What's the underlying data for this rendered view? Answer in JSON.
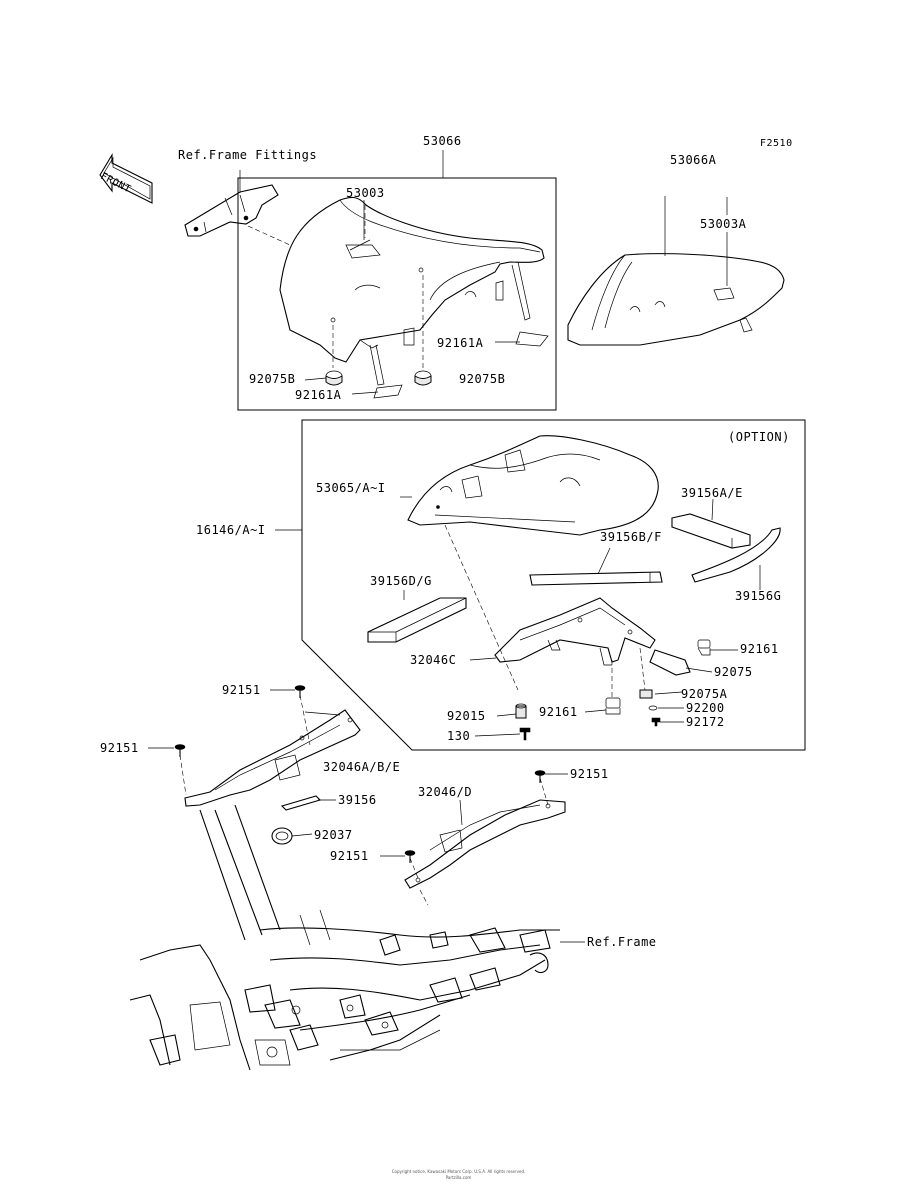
{
  "diagram": {
    "code": "F2510",
    "front_label": "FRONT",
    "option_label": "(OPTION)",
    "labels": {
      "ref_frame_fittings": "Ref.Frame Fittings",
      "p53066": "53066",
      "p53003": "53003",
      "p53066a": "53066A",
      "p53003a": "53003A",
      "p92161a_1": "92161A",
      "p92075b_left": "92075B",
      "p92075b_right": "92075B",
      "p92161a_2": "92161A",
      "p53065": "53065/A~I",
      "p16146": "16146/A~I",
      "p39156ae": "39156A/E",
      "p39156bf": "39156B/F",
      "p39156dg": "39156D/G",
      "p39156g": "39156G",
      "p32046c": "32046C",
      "p92161_1": "92161",
      "p92075": "92075",
      "p92075a": "92075A",
      "p92161_2": "92161",
      "p92200": "92200",
      "p92172": "92172",
      "p92015": "92015",
      "p130": "130",
      "p92151_1": "92151",
      "p92151_2": "92151",
      "p32046abe": "32046A/B/E",
      "p39156": "39156",
      "p92037": "92037",
      "p92151_3": "92151",
      "p32046d": "32046/D",
      "p92151_4": "92151",
      "ref_frame": "Ref.Frame"
    },
    "footer": {
      "line1": "Copyright notice, Kawasaki Motors Corp. U.S.A. All rights reserved.",
      "line2": "Partzilla.com"
    }
  }
}
